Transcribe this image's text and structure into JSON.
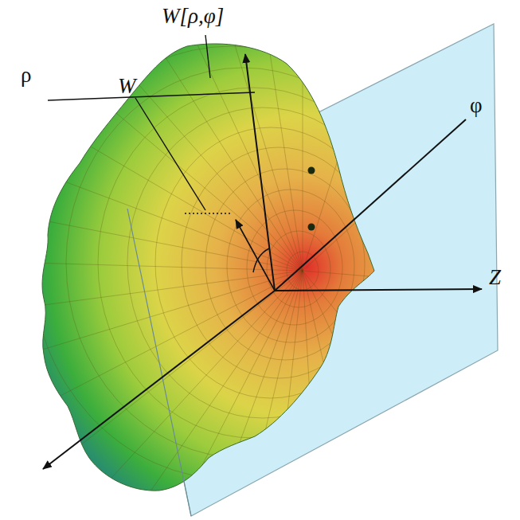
{
  "diagram": {
    "labels": [
      "W[ρ,φ]",
      "W",
      "ρ",
      "φ",
      "Z"
    ]
  }
}
